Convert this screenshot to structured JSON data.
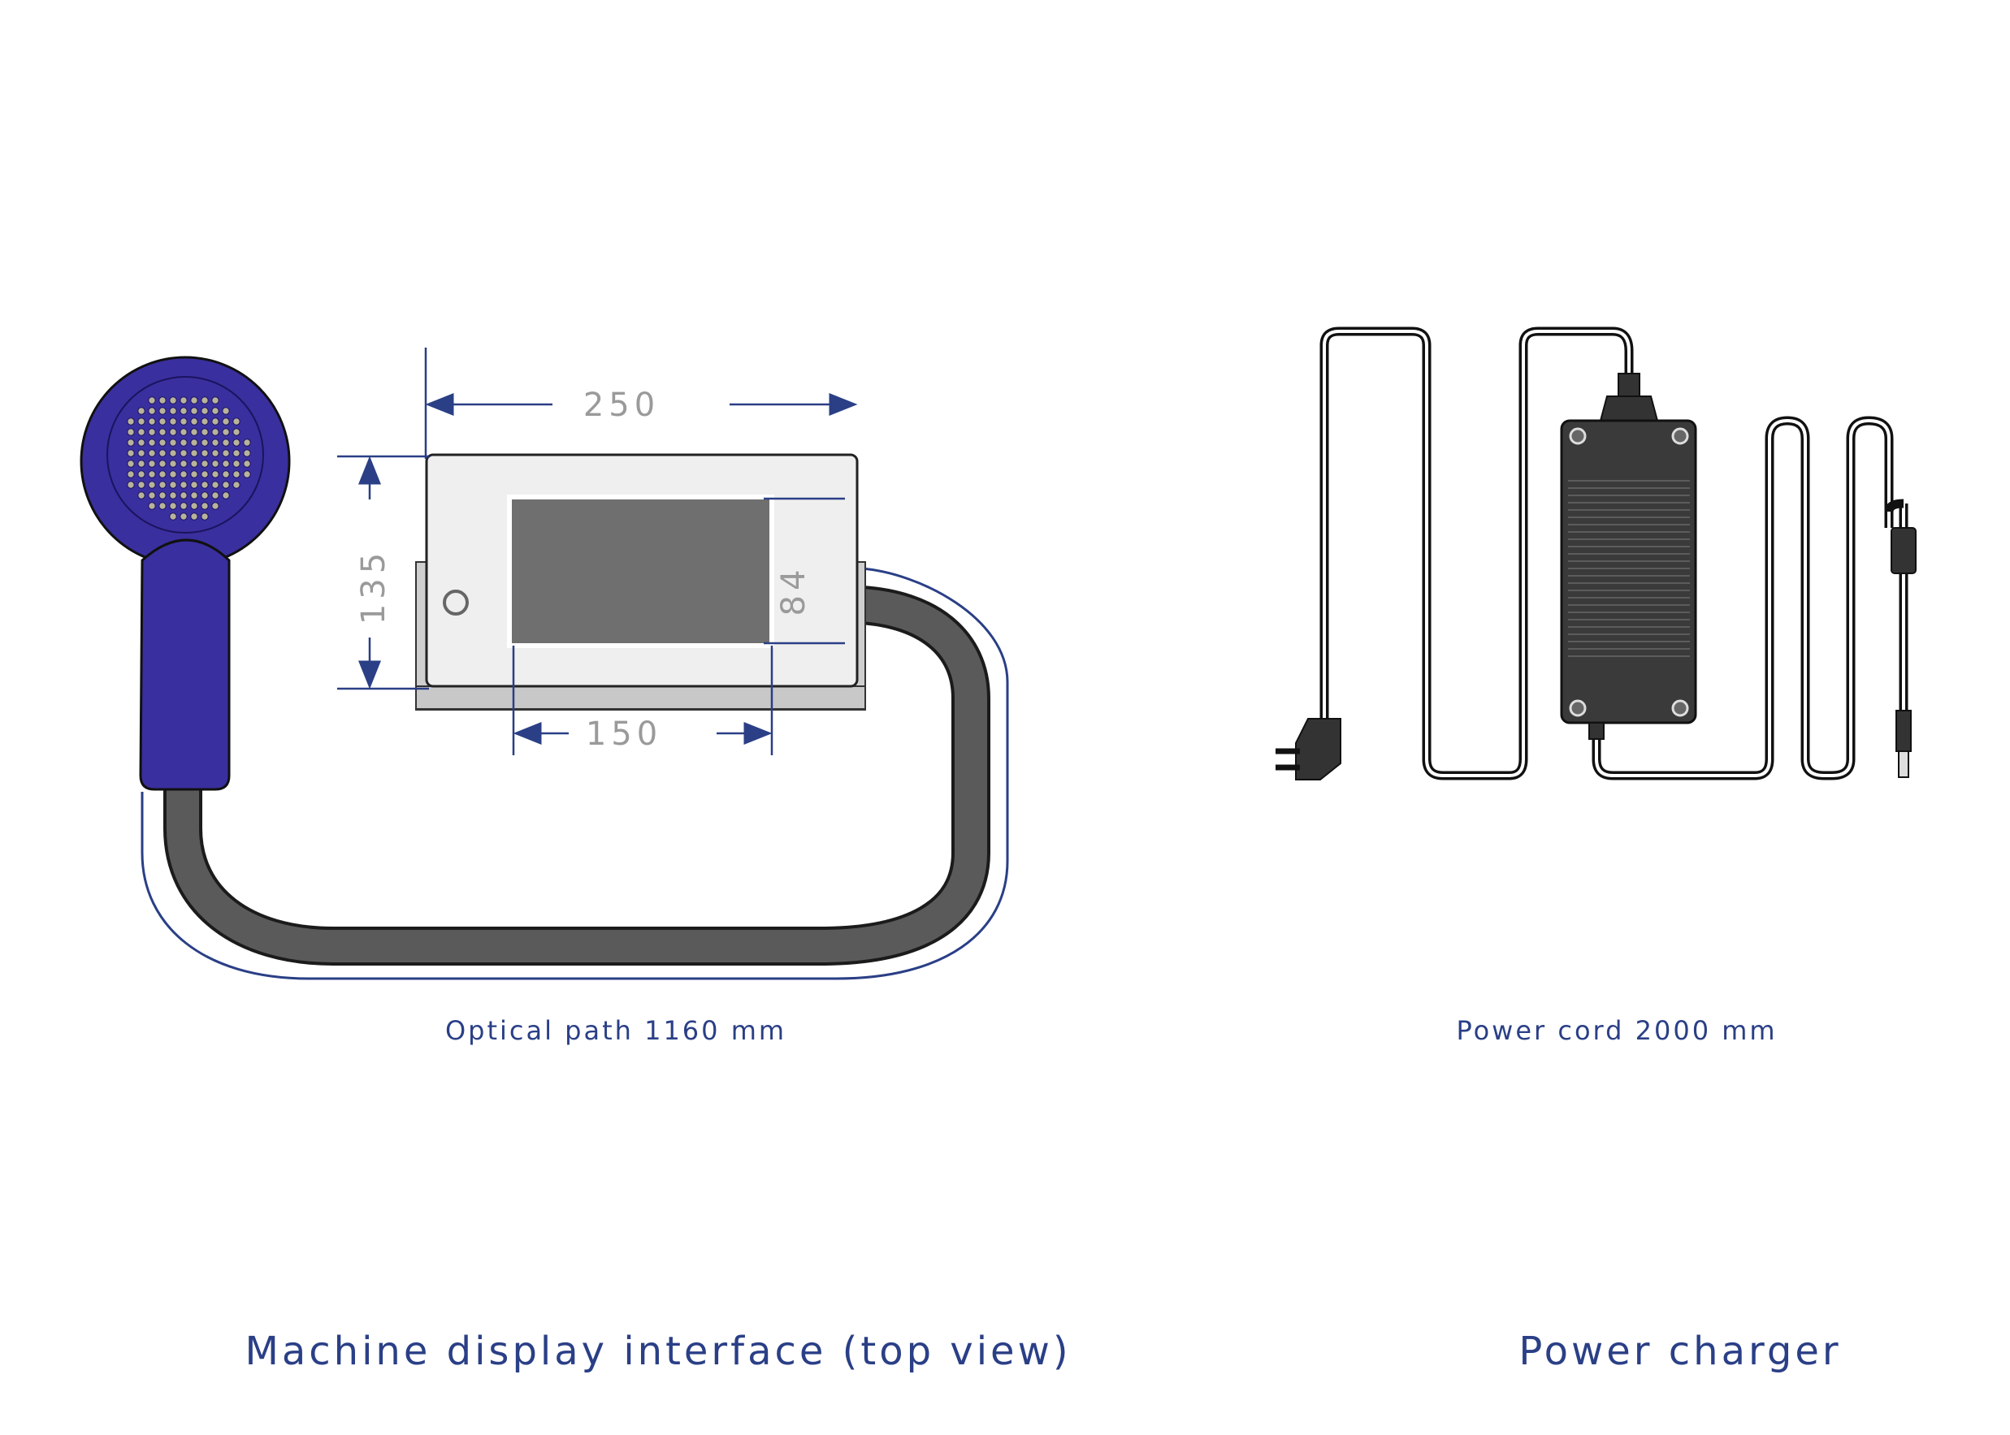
{
  "machine": {
    "dims": {
      "width": "250",
      "height": "135",
      "screen_width": "150",
      "screen_height": "84"
    },
    "optical_path_caption": "Optical path 1160 mm",
    "title": "Machine display interface (top view)"
  },
  "charger": {
    "power_cord_caption": "Power cord 2000 mm",
    "title": "Power charger"
  },
  "colors": {
    "accent": "#2a3f86",
    "handpiece": "#3a2f9e",
    "cable": "#5a5a5a",
    "screen": "#6f6f6f"
  }
}
